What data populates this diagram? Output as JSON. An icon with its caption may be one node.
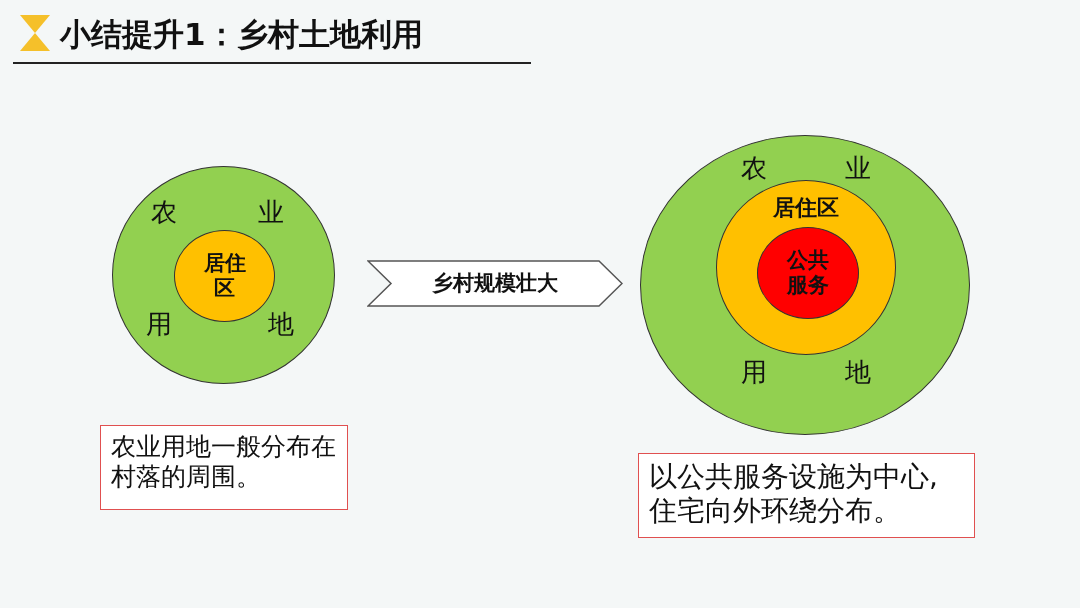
{
  "diagram": {
    "title": "小结提升1：乡村土地利用",
    "nodes": [
      {
        "text": [
          "农",
          "业",
          "用",
          "地"
        ]
      },
      {
        "text": [
          "居住区"
        ],
        "in": 0
      },
      {
        "text": [
          "乡村规模壮大"
        ]
      },
      {
        "text": [
          "农",
          "业",
          "用",
          "地"
        ]
      },
      {
        "text": [
          "居住区"
        ],
        "in": 3
      },
      {
        "text": [
          "公共服务"
        ],
        "in": 4
      },
      {
        "text": [
          "农业用地一般分布在村落的周围。"
        ]
      },
      {
        "text": [
          "以公共服务设施为中心,住宅向外环绕分布。"
        ]
      }
    ]
  }
}
